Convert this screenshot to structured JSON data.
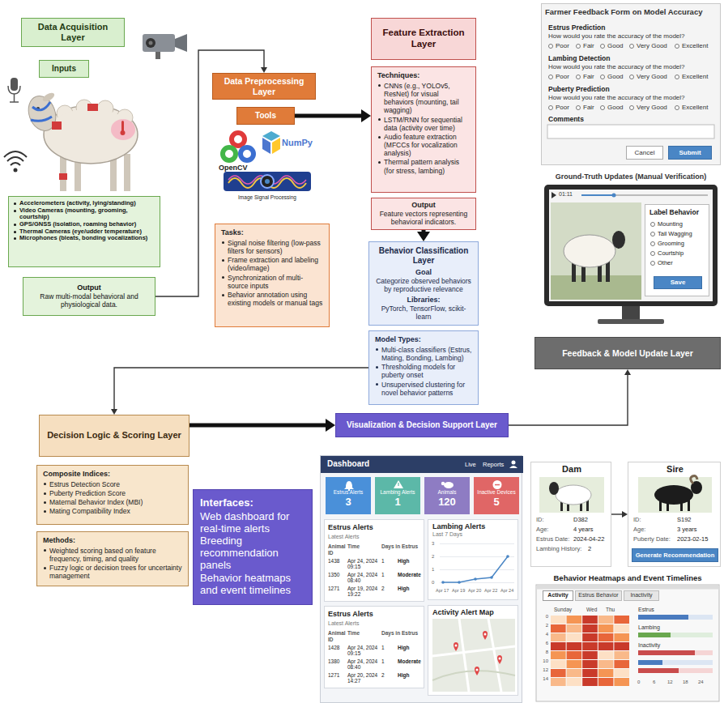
{
  "diagram": {
    "nodes": [
      {
        "text": [
          "Data Acquisition Layer"
        ]
      },
      {
        "text": [
          "Inputs"
        ]
      },
      {
        "text": [
          "Accelerometers (activity, lying/standing)",
          "Video Cameras (mounting, grooming, courtship)",
          "GPS/GNSS (isolation, roaming behavior)",
          "Thermal Cameras (eye/udder temperature)",
          "Microphones (bleats, bonding vocalizations)"
        ]
      },
      {
        "text": [
          "Output",
          "Raw multi-modal behavioral and physiological data."
        ]
      },
      {
        "text": [
          "Data Preprocessing Layer"
        ]
      },
      {
        "text": [
          "Tools"
        ]
      },
      {
        "text": [
          "Tasks:",
          "Signal noise filtering (low-pass filters for sensors)",
          "Frame extraction and labeling (video/image)",
          "Synchronization of multi-source inputs",
          "Behavior annotation using existing models or manual tags"
        ]
      },
      {
        "text": [
          "Feature Extraction Layer"
        ]
      },
      {
        "text": [
          "Techniques:",
          "CNNs (e.g., YOLOv5, ResNet) for visual behaviors (mounting, tail wagging)",
          "LSTM/RNN for sequential data (activity over time)",
          "Audio feature extraction (MFCCs for vocalization analysis)",
          "Thermal pattern analysis (for stress, lambing)"
        ]
      },
      {
        "text": [
          "Output",
          "Feature vectors representing behavioral indicators."
        ]
      },
      {
        "text": [
          "Behavior Classification Layer",
          "Goal",
          "Categorize observed behaviors by reproductive relevance",
          "Libraries:",
          "PyTorch, TensorFlow, scikit-learn"
        ]
      },
      {
        "text": [
          "Model Types:",
          "Multi-class classifiers (Estrus, Mating, Bonding, Lambing)",
          "Thresholding models for puberty onset",
          "Unsupervised clustering for novel behavior patterns"
        ]
      },
      {
        "text": [
          "Farmer Feedback Form on Model Accuracy",
          "Estrus Prediction",
          "How would you rate the accuracy of the model?",
          "Poor",
          "Fair",
          "Good",
          "Very Good",
          "Excellent",
          "Lambing Detection",
          "How would you rate the accuracy of the model?",
          "Poor",
          "Fair",
          "Good",
          "Very Good",
          "Excellent",
          "Puberty Prediction",
          "How would you rate the accuracy of the model?",
          "Poor",
          "Fair",
          "Good",
          "Very Good",
          "Excellent",
          "Comments"
        ]
      },
      {
        "text": [
          "Cancel"
        ],
        "in": 12
      },
      {
        "text": [
          "Submit"
        ],
        "in": 12
      },
      {
        "text": [
          "Ground-Truth Updates (Manual Verification)",
          "01:11"
        ]
      },
      {
        "text": [
          "Label Behavior",
          "Mounting",
          "Tail Wagging",
          "Grooming",
          "Courtship",
          "Other"
        ],
        "in": 15
      },
      {
        "text": [
          "Save"
        ],
        "in": 16
      },
      {
        "text": [
          "Feedback & Model Update Layer"
        ]
      },
      {
        "text": [
          "Decision Logic & Scoring Layer"
        ]
      },
      {
        "text": [
          "Composite Indices:",
          "Estrus Detection Score",
          "Puberty Prediction Score",
          "Maternal Behavior Index (MBI)",
          "Mating Compatibility Index"
        ]
      },
      {
        "text": [
          "Methods:",
          "Weighted scoring based on feature frequency, timing, and quality",
          "Fuzzy logic or decision trees for uncertainty management"
        ]
      },
      {
        "text": [
          "Interfaces:",
          "Web dashboard for real-time alerts",
          "Breeding recommendation panels",
          "Behavior heatmaps and event timelines"
        ]
      },
      {
        "text": [
          "Visualization & Decision Support Layer"
        ]
      },
      {
        "text": [
          "Dashboard",
          "Live",
          "Reports"
        ]
      },
      {
        "text": [
          "Estrus Alerts",
          "3"
        ],
        "in": 24
      },
      {
        "text": [
          "Lambing Alerts",
          "1"
        ],
        "in": 24
      },
      {
        "text": [
          "Animals",
          "120"
        ],
        "in": 24
      },
      {
        "text": [
          "Inactive Devices",
          "5"
        ],
        "in": 24
      },
      {
        "text": [
          "Estrus Alerts",
          "Latest Alerts",
          "Animal ID",
          "Time",
          "Days in Estrus",
          "1438",
          "Apr 24, 2024 09:15",
          "1",
          "High",
          "1350",
          "Apr 24, 2024 08:40",
          "1",
          "Moderate",
          "1271",
          "Apr 19, 2024 19:22",
          "2",
          "High"
        ],
        "in": 24
      },
      {
        "text": [
          "Lambing Alerts",
          "Last 7 Days",
          "3",
          "2",
          "1",
          "0",
          "Apr 17",
          "Apr 19",
          "Apr 20",
          "Apr 22",
          "Apr 24"
        ],
        "in": 24
      },
      {
        "text": [
          "Estrus Alerts",
          "Latest Alerts",
          "Animal ID",
          "Time",
          "Days in Estrus",
          "1428",
          "Apr 24, 2024 09:15",
          "1",
          "High",
          "1380",
          "Apr 24, 2024 08:40",
          "1",
          "Moderate",
          "1271",
          "Apr 20, 2024 14:27",
          "2",
          "High"
        ],
        "in": 24
      },
      {
        "text": [
          "Activity Alert Map"
        ],
        "in": 24
      },
      {
        "text": [
          "Dam",
          "ID:",
          "D382",
          "Age:",
          "4 years",
          "Estrus Date:",
          "2024-04-22",
          "Lambing History:",
          "2"
        ]
      },
      {
        "text": [
          "Sire",
          "ID:",
          "S192",
          "Age:",
          "3 years",
          "Puberty Date:",
          "2023-02-15"
        ]
      },
      {
        "text": [
          "Generate Recommendation"
        ],
        "in": 34
      },
      {
        "text": [
          "Behavior Heatmaps and Event Timelines",
          "Sunday",
          "Wed",
          "Thu",
          "0",
          "2",
          "4",
          "6",
          "8",
          "10",
          "12",
          "14",
          "Estrus",
          "Lambing",
          "Inactivity",
          "0",
          "6",
          "12",
          "18",
          "24"
        ]
      },
      {
        "text": [
          "Activity"
        ],
        "in": 36
      },
      {
        "text": [
          "Estrus Behavior"
        ],
        "in": 36
      },
      {
        "text": [
          "Inactivity"
        ],
        "in": 36
      }
    ],
    "edges": [
      {
        "from": 3,
        "to": 4,
        "arrow": "to"
      },
      {
        "from": 5,
        "to": 8,
        "arrow": "to"
      },
      {
        "from": 9,
        "to": 10,
        "arrow": "to"
      },
      {
        "from": 11,
        "to": 19,
        "arrow": "to"
      },
      {
        "from": 19,
        "to": 23,
        "arrow": "to"
      },
      {
        "from": 23,
        "to": 18,
        "arrow": "to"
      },
      {
        "from": 33,
        "to": 34,
        "arrow": "to"
      }
    ],
    "labels": [
      "OpenCV",
      "NumPy",
      "Image Signal Processing"
    ]
  }
}
